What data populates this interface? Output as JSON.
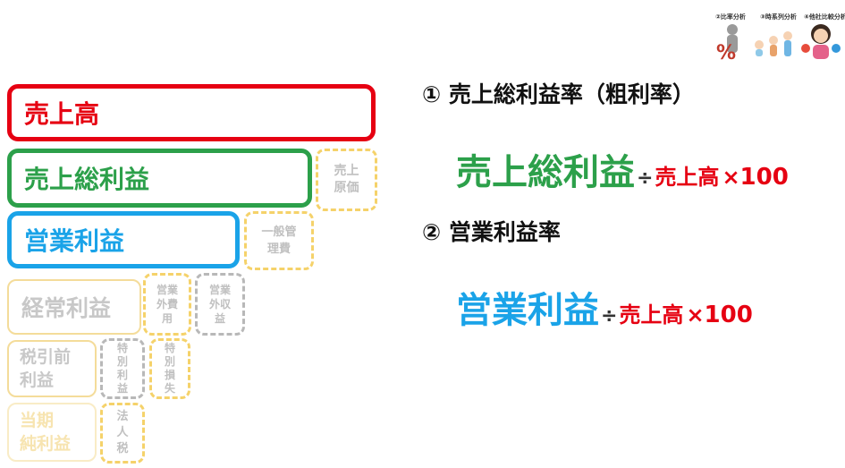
{
  "nav": {
    "items": [
      "②比率分析",
      "③時系列分析",
      "④他社比較分析"
    ]
  },
  "structure": {
    "sales": "売上高",
    "gross_profit": "売上総利益",
    "operating_profit": "営業利益",
    "ordinary_profit": "経常利益",
    "pretax_line1": "税引前",
    "pretax_line2": "利益",
    "net_line1": "当期",
    "net_line2": "純利益"
  },
  "costs": {
    "cogs_1": "売上",
    "cogs_2": "原価",
    "sga_1": "一般管",
    "sga_2": "理費",
    "nonop_exp_1": "営業",
    "nonop_exp_2": "外費",
    "nonop_exp_3": "用",
    "nonop_inc_1": "営業",
    "nonop_inc_2": "外収",
    "nonop_inc_3": "益",
    "ex_gain_1": "特",
    "ex_gain_2": "別",
    "ex_gain_3": "利",
    "ex_gain_4": "益",
    "ex_loss_1": "特",
    "ex_loss_2": "別",
    "ex_loss_3": "損",
    "ex_loss_4": "失",
    "tax_1": "法",
    "tax_2": "人",
    "tax_3": "税"
  },
  "formulas": {
    "h1": "① 売上総利益率（粗利率）",
    "f1_numerator": "売上総利益",
    "h2": "② 営業利益率",
    "f2_numerator": "営業利益",
    "divide": "÷",
    "denominator": "売上高",
    "times": "×",
    "hundred": "100"
  },
  "colors": {
    "sales": "#e60012",
    "gross": "#2ca04a",
    "operating": "#1aa3e8",
    "dashed_yellow": "#f5d26a",
    "dashed_gray": "#b8b8b8"
  }
}
